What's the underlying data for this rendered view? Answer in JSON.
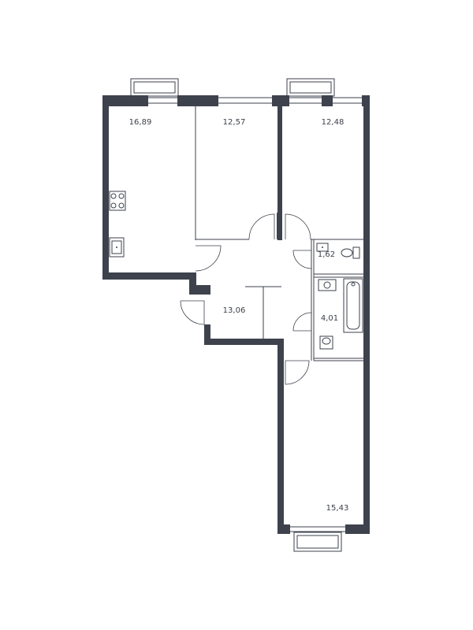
{
  "rooms": [
    {
      "id": "kitchen",
      "area": "16,89"
    },
    {
      "id": "room-middle",
      "area": "12,57"
    },
    {
      "id": "room-right",
      "area": "12,48"
    },
    {
      "id": "wc",
      "area": "1,62"
    },
    {
      "id": "hall",
      "area": "13,06"
    },
    {
      "id": "bathroom",
      "area": "4,01"
    },
    {
      "id": "room-bottom",
      "area": "15,43"
    }
  ],
  "icons": [
    "stove-icon",
    "sink-icon",
    "toilet-icon",
    "bathtub-icon",
    "washbasin-icon",
    "washing-machine-icon"
  ],
  "colors": {
    "wall": "#3d424d",
    "text": "#3b3f48",
    "background": "#ffffff"
  }
}
